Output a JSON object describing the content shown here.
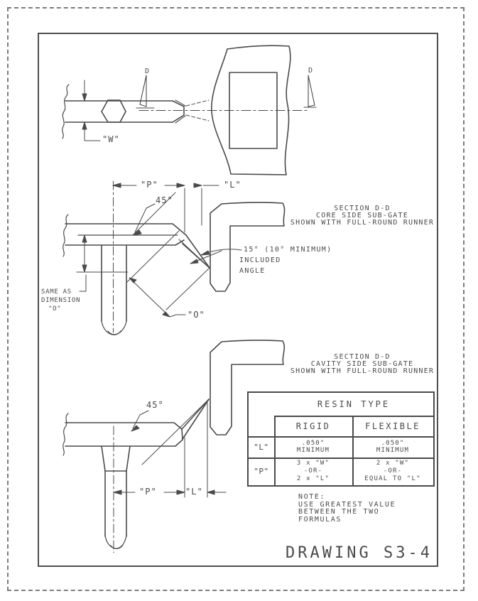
{
  "drawing": {
    "title": "DRAWING S3-4",
    "colors": {
      "line": "#4a4a4a",
      "background": "#ffffff",
      "outer_border": "#7c7c7c"
    },
    "top_view": {
      "section_flag_left": "D",
      "section_flag_right": "D",
      "dim_w": "\"W\""
    },
    "middle_view": {
      "dim_p": "\"P\"",
      "dim_l": "\"L\"",
      "angle_45": "45°",
      "included_angle_line1": "15°  (10°  MINIMUM)",
      "included_angle_line2": "INCLUDED",
      "included_angle_line3": "ANGLE",
      "same_as_line1": "SAME AS",
      "same_as_line2": "DIMENSION",
      "same_as_line3": "\"O\"",
      "dim_o": "\"O\"",
      "caption_line1": "SECTION D-D",
      "caption_line2": "CORE SIDE SUB-GATE",
      "caption_line3": "SHOWN WITH FULL-ROUND RUNNER"
    },
    "bottom_view": {
      "dim_p": "\"P\"",
      "dim_l": "\"L\"",
      "angle_45": "45°",
      "caption_line1": "SECTION D-D",
      "caption_line2": "CAVITY SIDE SUB-GATE",
      "caption_line3": "SHOWN WITH FULL-ROUND RUNNER"
    },
    "table": {
      "title": "RESIN TYPE",
      "col_rigid": "RIGID",
      "col_flexible": "FLEXIBLE",
      "rows": [
        {
          "label": "\"L\"",
          "rigid_line1": ".050\"",
          "rigid_line2": "MINIMUM",
          "flexible_line1": ".050\"",
          "flexible_line2": "MINIMUM"
        },
        {
          "label": "\"P\"",
          "rigid_line1": "3 x \"W\"",
          "rigid_line2": "-OR-",
          "rigid_line3": "2 x \"L\"",
          "flexible_line1": "2 x \"W\"",
          "flexible_line2": "-OR-",
          "flexible_line3": "EQUAL TO \"L\""
        }
      ]
    },
    "note": {
      "line1": "NOTE:",
      "line2": "USE GREATEST VALUE",
      "line3": "BETWEEN THE TWO",
      "line4": "FORMULAS"
    }
  }
}
